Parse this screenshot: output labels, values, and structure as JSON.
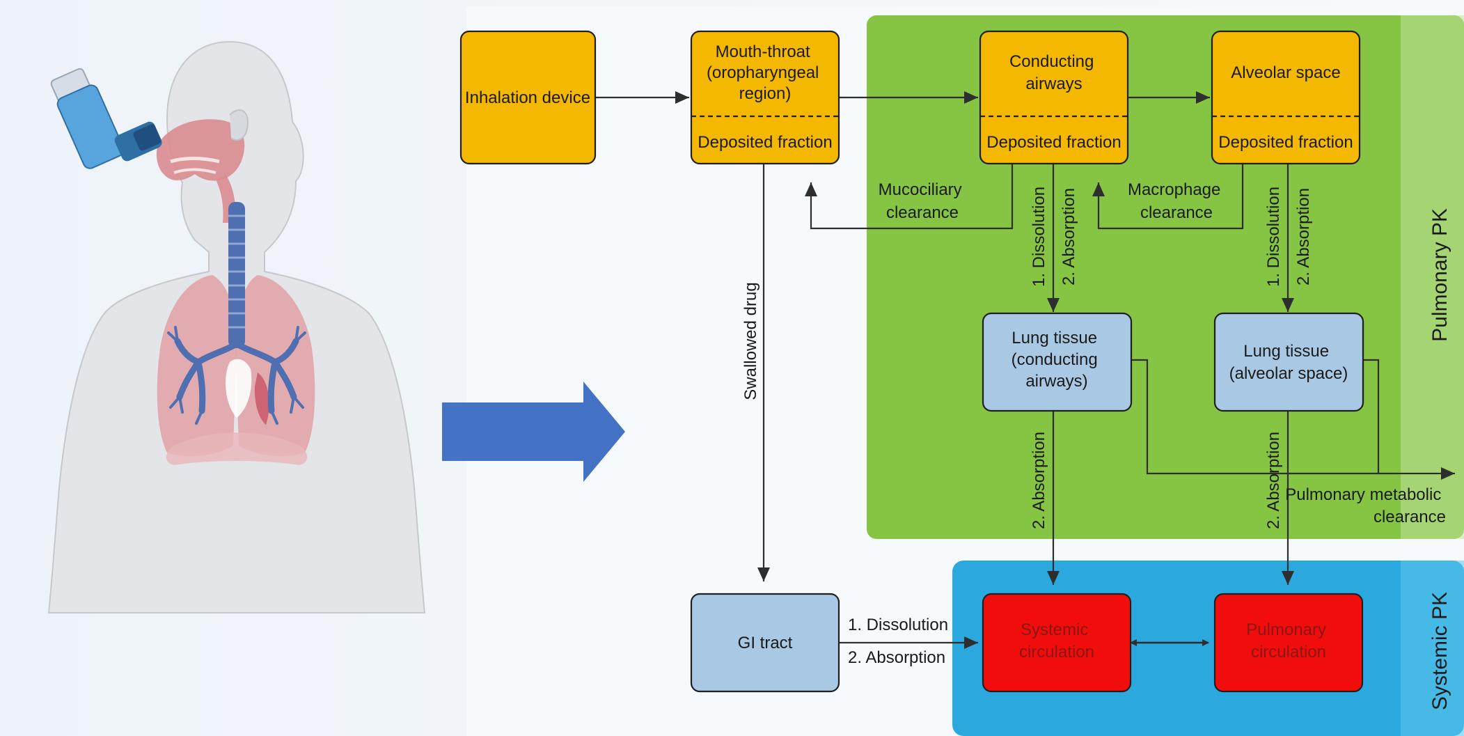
{
  "colors": {
    "amber_node": "#f5b800",
    "blue_node": "#a9c8e3",
    "red_node": "#f20d0d",
    "green_zone": "#86c443",
    "green_zone_edge": "#bfe39a",
    "blue_zone": "#2ba9de",
    "blue_zone_edge": "#5fc6ec",
    "arrow_big": "#4472c4",
    "background": "#f6fafc"
  },
  "zones": {
    "pulmonary": "Pulmonary PK",
    "systemic": "Systemic PK"
  },
  "nodes": {
    "inhalation": [
      "Inhalation device"
    ],
    "mouth": [
      "Mouth-throat",
      "(oropharyngeal",
      "region)"
    ],
    "mouth_deposit": "Deposited fraction",
    "conducting": [
      "Conducting",
      "airways"
    ],
    "conducting_deposit": "Deposited fraction",
    "alveolar": [
      "Alveolar space"
    ],
    "alveolar_deposit": "Deposited fraction",
    "lung_cond": [
      "Lung tissue",
      "(conducting",
      "airways)"
    ],
    "lung_alv": [
      "Lung tissue",
      "(alveolar space)"
    ],
    "gi": [
      "GI tract"
    ],
    "systemic": [
      "Systemic",
      "circulation"
    ],
    "pulmonary_circ": [
      "Pulmonary",
      "circulation"
    ]
  },
  "edge_labels": {
    "mucociliary": [
      "Mucociliary",
      "clearance"
    ],
    "macrophage": [
      "Macrophage",
      "clearance"
    ],
    "dissolution": "1. Dissolution",
    "absorption": "2. Absorption",
    "swallowed": "Swallowed drug",
    "gi_dissolution": "1. Dissolution",
    "gi_absorption": "2. Absorption",
    "metabolic": [
      "Pulmonary metabolic",
      "clearance"
    ]
  },
  "illustration": {
    "subject": "inhaler-user-illustration"
  }
}
